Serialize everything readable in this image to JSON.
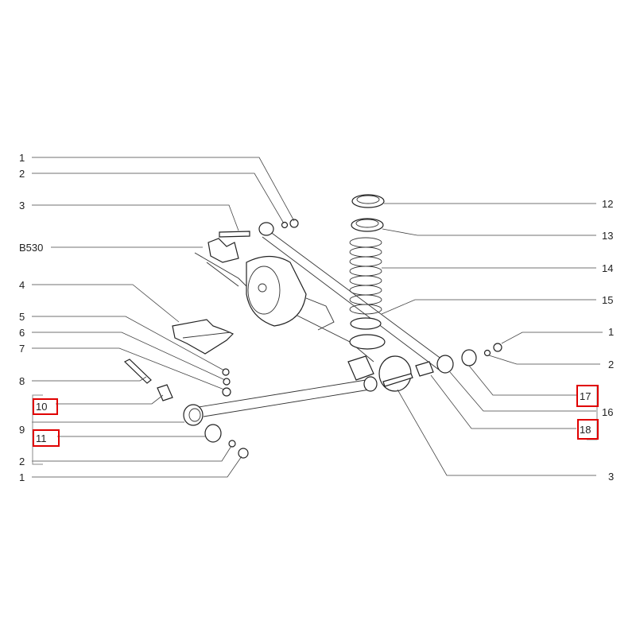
{
  "diagram": {
    "left_callouts": [
      "1",
      "2",
      "3",
      "B530",
      "4",
      "5",
      "6",
      "7",
      "8",
      "10",
      "9",
      "11",
      "2",
      "1"
    ],
    "right_callouts": [
      "12",
      "13",
      "14",
      "15",
      "1",
      "2",
      "17",
      "16",
      "18",
      "3"
    ],
    "highlighted": [
      "10",
      "11",
      "17",
      "18"
    ],
    "highlight_color": "#e00000"
  }
}
